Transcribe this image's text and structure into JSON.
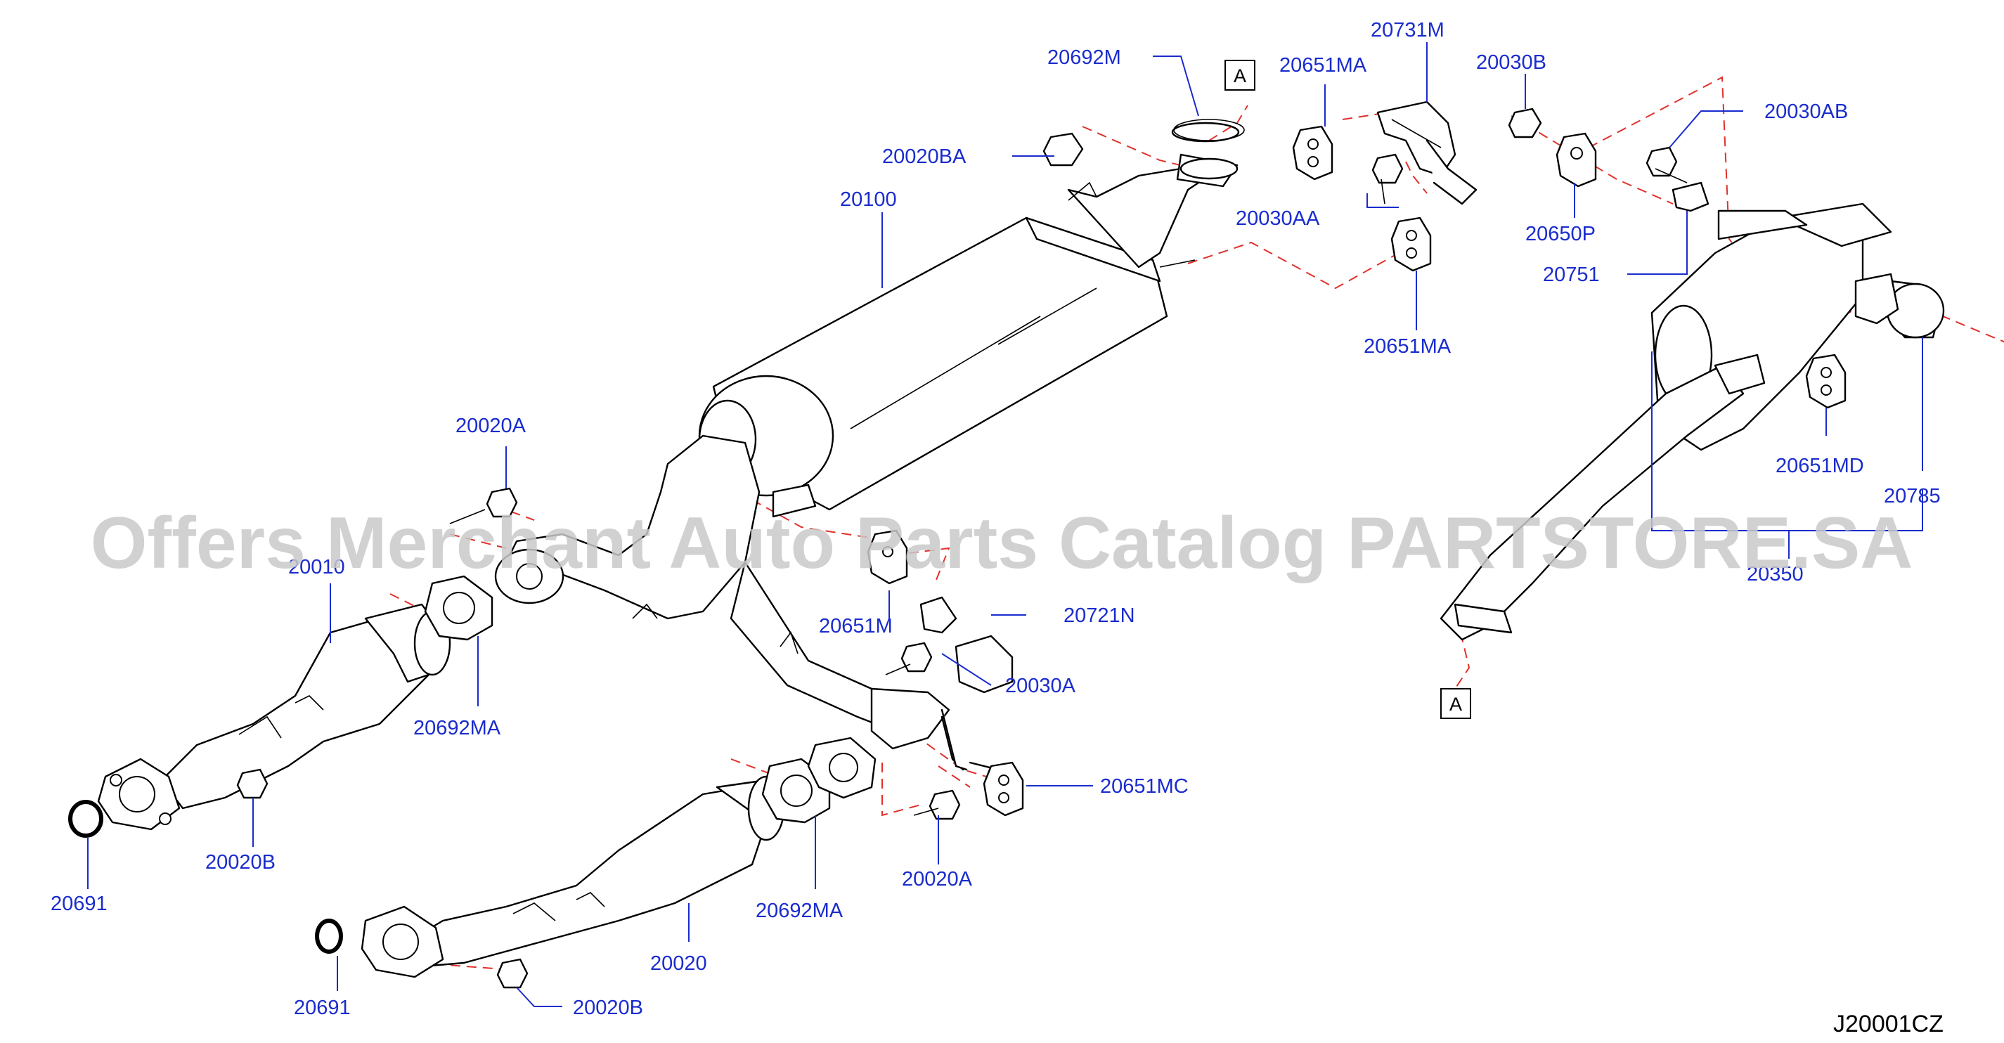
{
  "watermark": "Offers Merchant Auto Parts Catalog PARTSTORE.SA",
  "diagram_code": "J20001CZ",
  "ref_box": "A",
  "labels": {
    "p20692M": "20692M",
    "p20020BA": "20020BA",
    "p20100": "20100",
    "p20651MA_top": "20651MA",
    "p20731M": "20731M",
    "p20030B": "20030B",
    "p20030AB": "20030AB",
    "p20030AA": "20030AA",
    "p20650P": "20650P",
    "p20751": "20751",
    "p20651MA_bottom": "20651MA",
    "p20651MD": "20651MD",
    "p20785": "20785",
    "p20350": "20350",
    "p20020A_top": "20020A",
    "p20010": "20010",
    "p20651M": "20651M",
    "p20721N": "20721N",
    "p20030A": "20030A",
    "p20692MA_left": "20692MA",
    "p20651MC": "20651MC",
    "p20020A_bottom": "20020A",
    "p20692MA_bottom": "20692MA",
    "p20020B_left": "20020B",
    "p20691_left": "20691",
    "p20020": "20020",
    "p20691_bottom": "20691",
    "p20020B_bottom": "20020B"
  },
  "colors": {
    "label": "#1a2ccd",
    "centerline": "#e0312c",
    "part_outline": "#000000",
    "watermark": "#c9c9c9"
  }
}
